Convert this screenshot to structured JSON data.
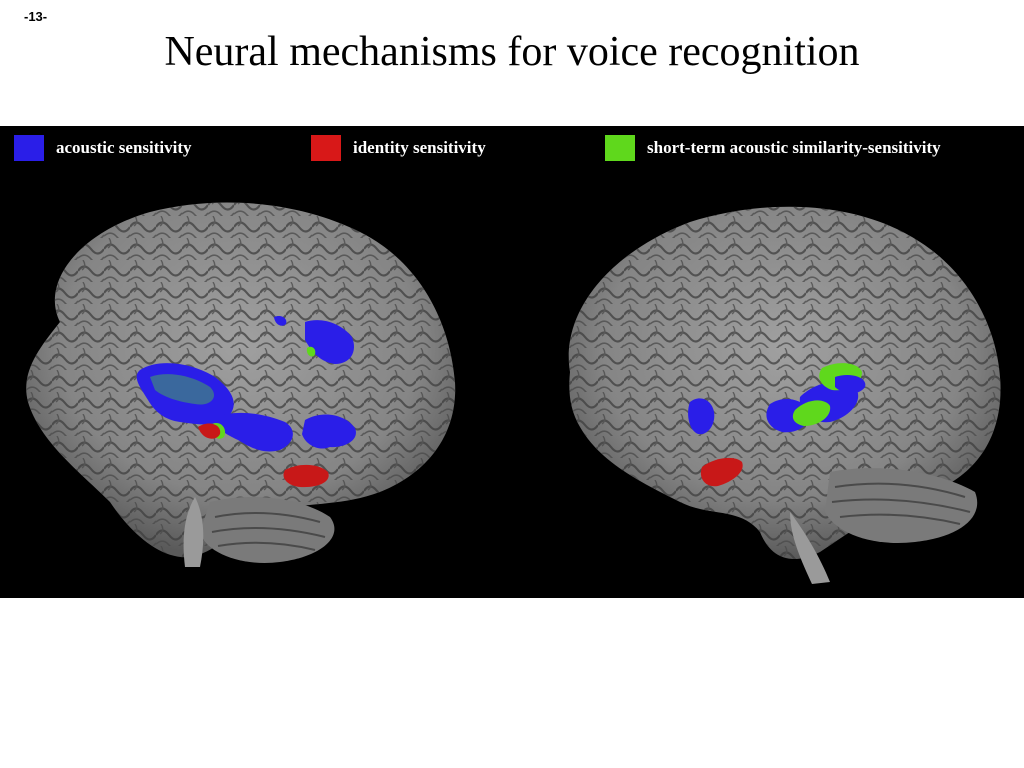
{
  "page_number": "-13-",
  "title": "Neural mechanisms for voice recognition",
  "legend": [
    {
      "label": "acoustic sensitivity",
      "color": "#2a1ee8"
    },
    {
      "label": "identity sensitivity",
      "color": "#d81818"
    },
    {
      "label": "short-term acoustic similarity-sensitivity",
      "color": "#5fd81c"
    }
  ],
  "colors": {
    "background": "#000000",
    "brain": "#8c8c8c",
    "blue_activation": "#2a1ee8",
    "red_activation": "#c81818",
    "green_activation": "#5fd81c"
  }
}
